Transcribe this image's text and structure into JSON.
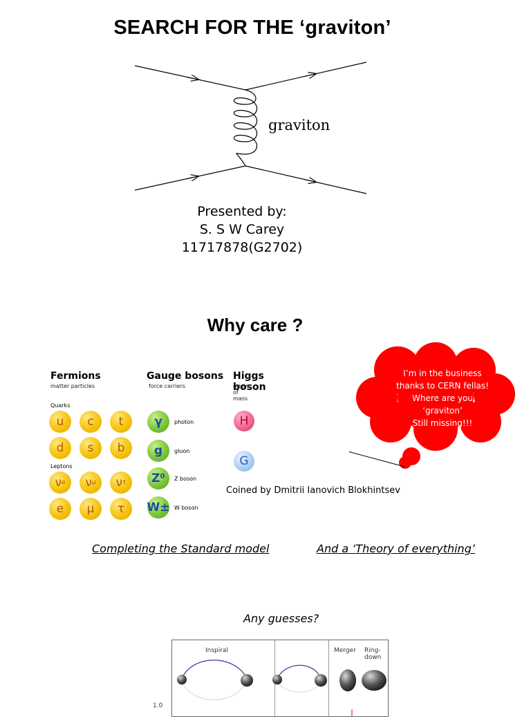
{
  "slide1": {
    "title": "SEARCH FOR THE ‘graviton’",
    "diagram_label": "graviton",
    "presented_by": "Presented by:",
    "author": "S. S W Carey",
    "id": "11717878(G2702)"
  },
  "slide2": {
    "title": "Why care ?",
    "columns": [
      {
        "heading": "Fermions",
        "subheading": "matter particles"
      },
      {
        "heading": "Gauge bosons",
        "subheading": "force carriers"
      },
      {
        "heading": "Higgs boson",
        "subheading": "origin of mass"
      }
    ],
    "group_quarks": "Quarks",
    "group_leptons": "Leptons",
    "quarks": [
      "u",
      "c",
      "t",
      "d",
      "s",
      "b"
    ],
    "leptons_symbols": [
      "ν",
      "ν",
      "ν",
      "e",
      "μ",
      "τ"
    ],
    "leptons_subscripts": [
      "e",
      "μ",
      "τ"
    ],
    "bosons": [
      {
        "symbol": "γ",
        "label": "photon"
      },
      {
        "symbol": "g",
        "label": "gluon"
      },
      {
        "symbol": "Z⁰",
        "label": "Z boson"
      },
      {
        "symbol": "W±",
        "label": "W boson"
      }
    ],
    "higgs": "H",
    "graviton": "G",
    "thought_lines": [
      "I’m in the business",
      "thanks to CERN fellas!",
      "Where are you",
      "‘graviton’",
      "Still missing!!!"
    ],
    "coined": "Coined by Dmitrii Ianovich Blokhintsev",
    "completing": "Completing the Standard model",
    "theory": "And a ‘Theory of everything’"
  },
  "slide3": {
    "question": "Any guesses?",
    "phase_inspiral": "Inspiral",
    "phase_merger": "Merger",
    "phase_ringdown_1": "Ring-",
    "phase_ringdown_2": "down",
    "axis_tick": "1.0"
  },
  "colors": {
    "cloud": "#ff0000",
    "quark_ball": "#f6c20c",
    "boson_ball": "#7cc63a",
    "higgs_ball": "#f0608e",
    "graviton_ball": "#a8cdf2"
  }
}
